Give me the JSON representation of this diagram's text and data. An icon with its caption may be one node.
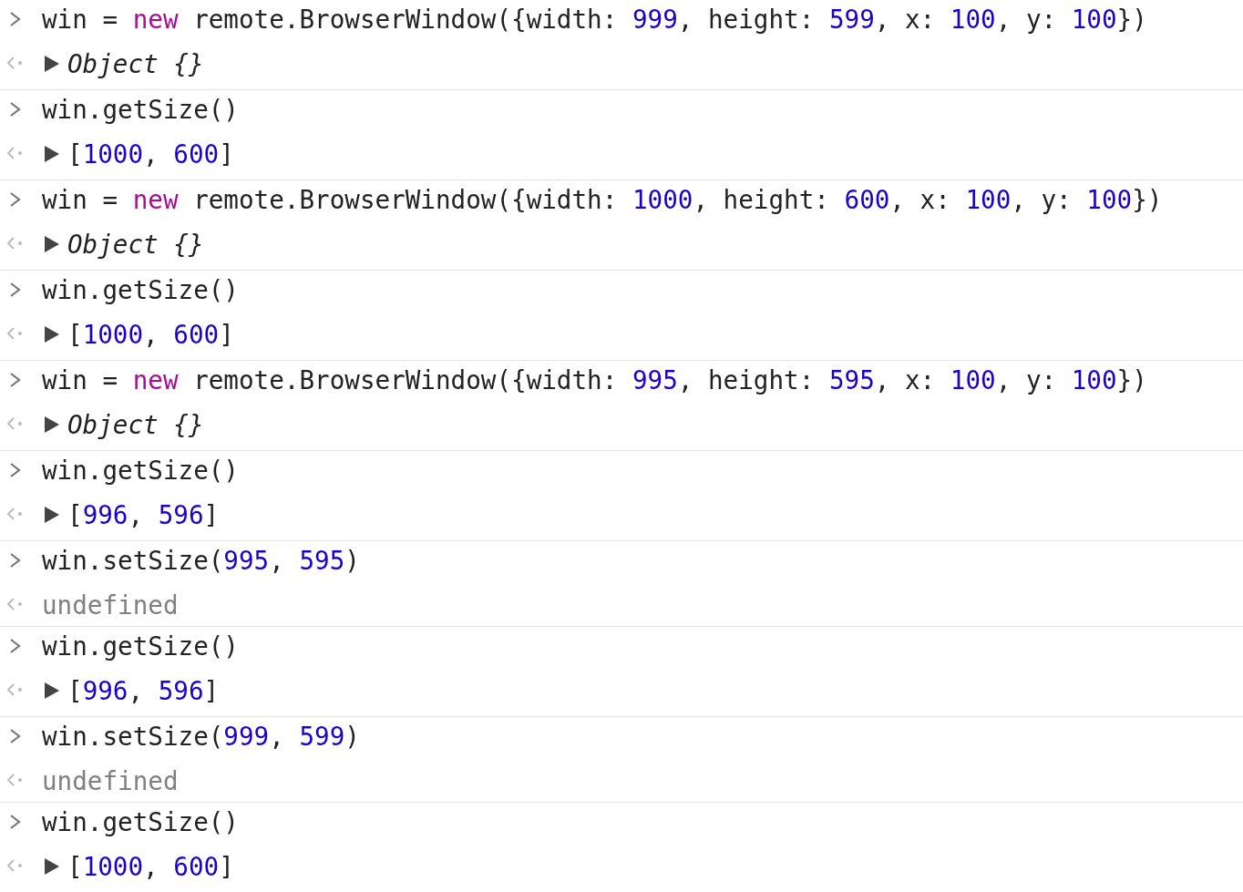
{
  "diagram": {
    "labels": [
      "win = new remote.BrowserWindow({width: 999, height: 599, x: 100, y: 100})",
      "Object {}",
      "win.getSize()",
      "[1000, 600]",
      "win = new remote.BrowserWindow({width: 1000, height: 600, x: 100, y: 100})",
      "Object {}",
      "win.getSize()",
      "[1000, 600]",
      "win = new remote.BrowserWindow({width: 995, height: 595, x: 100, y: 100})",
      "Object {}",
      "win.getSize()",
      "[996, 596]",
      "win.setSize(995, 595)",
      "undefined",
      "win.getSize()",
      "[996, 596]",
      "win.setSize(999, 599)",
      "undefined",
      "win.getSize()",
      "[1000, 600]"
    ]
  }
}
